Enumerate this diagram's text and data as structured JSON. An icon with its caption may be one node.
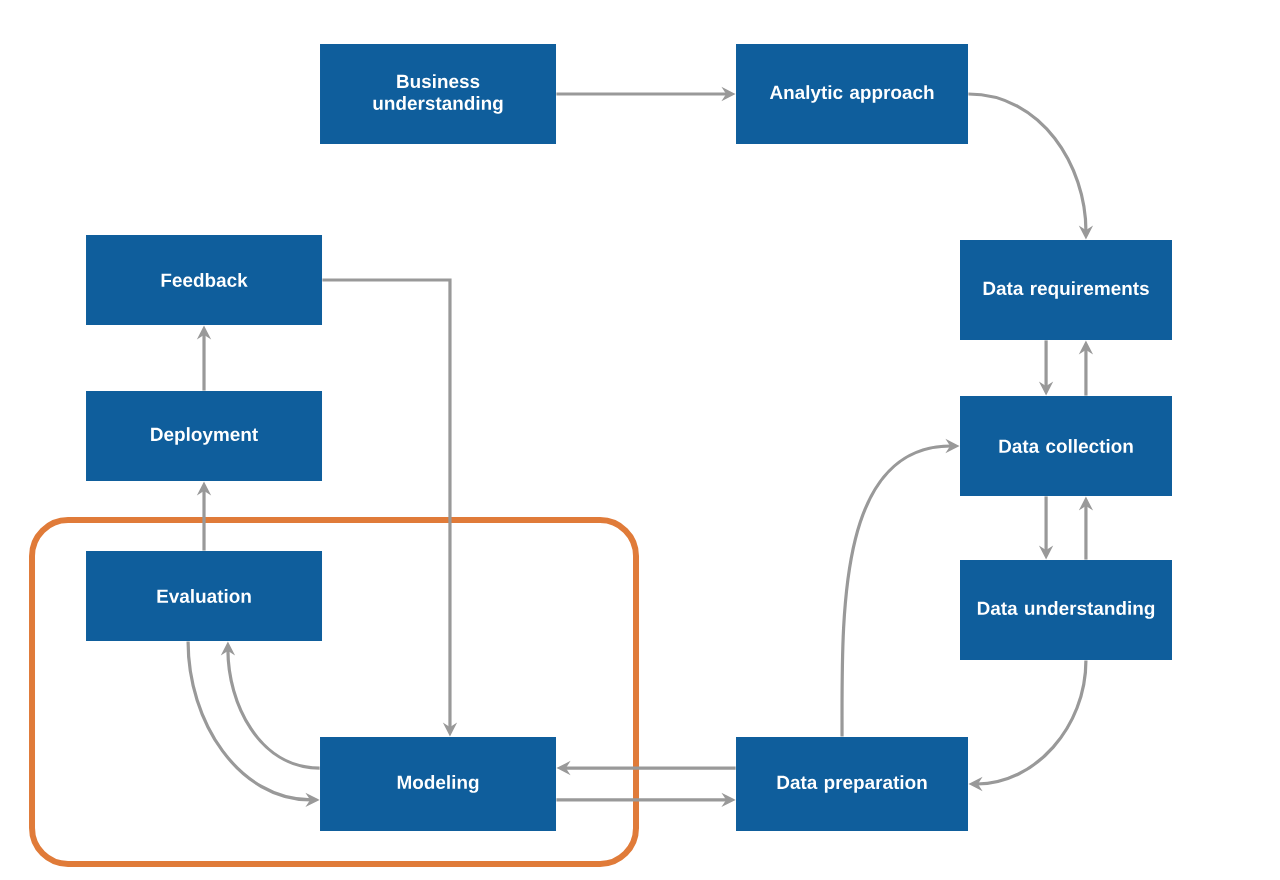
{
  "diagram": {
    "nodes": [
      {
        "text": [
          "Business understanding"
        ]
      },
      {
        "text": [
          "Analytic approach"
        ]
      },
      {
        "text": [
          "Feedback"
        ]
      },
      {
        "text": [
          "Data requirements"
        ]
      },
      {
        "text": [
          "Deployment"
        ]
      },
      {
        "text": [
          "Data collection"
        ]
      },
      {
        "text": [
          "Evaluation"
        ]
      },
      {
        "text": [
          "Data understanding"
        ]
      },
      {
        "text": [
          "Modeling"
        ]
      },
      {
        "text": [
          "Data preparation"
        ]
      }
    ],
    "edges": [
      {
        "from": 0,
        "to": 1,
        "arrow": "to"
      },
      {
        "from": 1,
        "to": 3,
        "arrow": "to"
      },
      {
        "from": 3,
        "to": 5,
        "arrow": "to"
      },
      {
        "from": 5,
        "to": 3,
        "arrow": "to"
      },
      {
        "from": 5,
        "to": 7,
        "arrow": "to"
      },
      {
        "from": 7,
        "to": 5,
        "arrow": "to"
      },
      {
        "from": 7,
        "to": 9,
        "arrow": "to"
      },
      {
        "from": 9,
        "to": 5,
        "arrow": "to"
      },
      {
        "from": 9,
        "to": 8,
        "arrow": "to"
      },
      {
        "from": 8,
        "to": 9,
        "arrow": "to"
      },
      {
        "from": 8,
        "to": 6,
        "arrow": "to"
      },
      {
        "from": 6,
        "to": 8,
        "arrow": "to"
      },
      {
        "from": 6,
        "to": 4,
        "arrow": "to"
      },
      {
        "from": 4,
        "to": 2,
        "arrow": "to"
      },
      {
        "from": 2,
        "to": 8,
        "arrow": "to"
      }
    ]
  }
}
